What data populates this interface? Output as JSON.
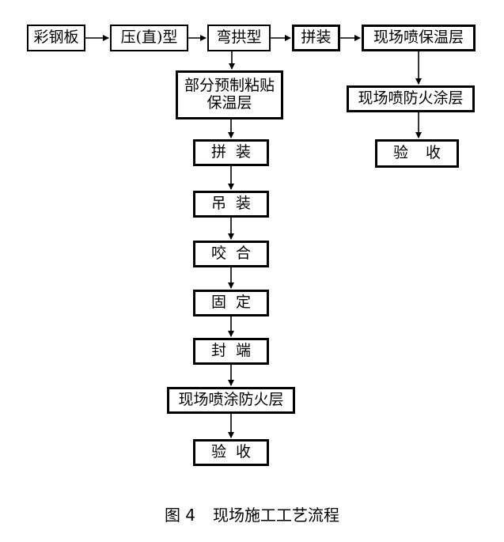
{
  "diagram": {
    "top_row": [
      {
        "id": "steel-plate",
        "label": "彩钢板"
      },
      {
        "id": "press-straight",
        "label": "压(直)型"
      },
      {
        "id": "bend-arch",
        "label": "弯拱型"
      },
      {
        "id": "assemble-top",
        "label": "拼装"
      },
      {
        "id": "spray-insulation",
        "label": "现场喷保温层"
      }
    ],
    "main_column": [
      {
        "id": "partial-prefab",
        "label_line1": "部分预制粘贴",
        "label_line2": "保温层"
      },
      {
        "id": "assemble",
        "label_a": "拼",
        "label_b": "装"
      },
      {
        "id": "hoist",
        "label_a": "吊",
        "label_b": "装"
      },
      {
        "id": "seam",
        "label_a": "咬",
        "label_b": "合"
      },
      {
        "id": "fix",
        "label_a": "固",
        "label_b": "定"
      },
      {
        "id": "seal-end",
        "label_a": "封",
        "label_b": "端"
      },
      {
        "id": "spray-fireproof-left",
        "label": "现场喷涂防火层"
      },
      {
        "id": "accept-left",
        "label_a": "验",
        "label_b": "收"
      }
    ],
    "right_column": [
      {
        "id": "spray-fireproof-right",
        "label": "现场喷防火涂层"
      },
      {
        "id": "accept-right",
        "label_a": "验",
        "label_b": "收"
      }
    ]
  },
  "caption": {
    "figure_number": "图 4",
    "title": "现场施工工艺流程"
  }
}
